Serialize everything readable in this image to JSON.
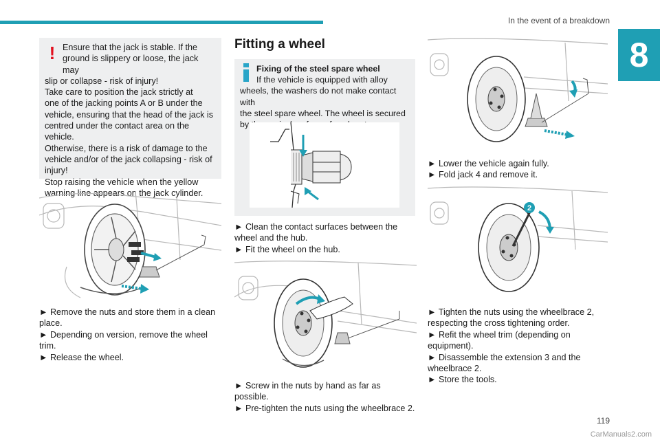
{
  "header": {
    "section_title": "In the event of a breakdown",
    "chapter_number": "8"
  },
  "warning": {
    "symbol": "!",
    "lines": [
      "Ensure that the jack is stable. If the",
      "ground is slippery or loose, the jack may",
      "slip or collapse - risk of injury!",
      "Take care to position the jack strictly at",
      "one of the jacking points A or B under the",
      "vehicle, ensuring that the head of the jack is",
      "centred under the contact area on the vehicle.",
      "Otherwise, there is a risk of damage to the",
      "vehicle and/or of the jack collapsing - risk of",
      "injury!",
      "Stop raising the vehicle when the yellow",
      "warning line appears on the jack cylinder."
    ]
  },
  "section": {
    "heading": "Fitting a wheel"
  },
  "info": {
    "title": "Fixing of the steel spare wheel",
    "lines": [
      "If the vehicle is equipped with alloy",
      "wheels, the washers do not make contact with",
      "the steel spare wheel. The wheel is secured",
      "by the conical surface of each nut."
    ]
  },
  "col1_steps": [
    "► Remove the nuts and store them in a clean",
    "place.",
    "► Depending on version, remove the wheel",
    "trim.",
    "► Release the wheel."
  ],
  "col2_steps_a": [
    "► Clean the contact surfaces between the",
    "wheel and the hub.",
    "► Fit the wheel on the hub."
  ],
  "col2_steps_b": [
    "► Screw in the nuts by hand as far as possible.",
    "► Pre-tighten the nuts using the wheelbrace 2."
  ],
  "col3_steps_a": [
    "► Lower the vehicle again fully.",
    "► Fold jack 4 and remove it."
  ],
  "col3_steps_b": [
    "► Tighten the nuts using the wheelbrace 2,",
    "respecting the cross tightening order.",
    "► Refit the wheel trim (depending on",
    "equipment).",
    "► Disassemble the extension 3 and the",
    "wheelbrace 2.",
    "► Store the tools."
  ],
  "figure_callout": "2",
  "footer": {
    "page_number": "119",
    "watermark": "CarManuals2.com"
  },
  "colors": {
    "accent": "#1f9fb4",
    "warning_red": "#e2101f",
    "info_blue": "#29a5c8",
    "box_bg": "#eeeff0"
  }
}
